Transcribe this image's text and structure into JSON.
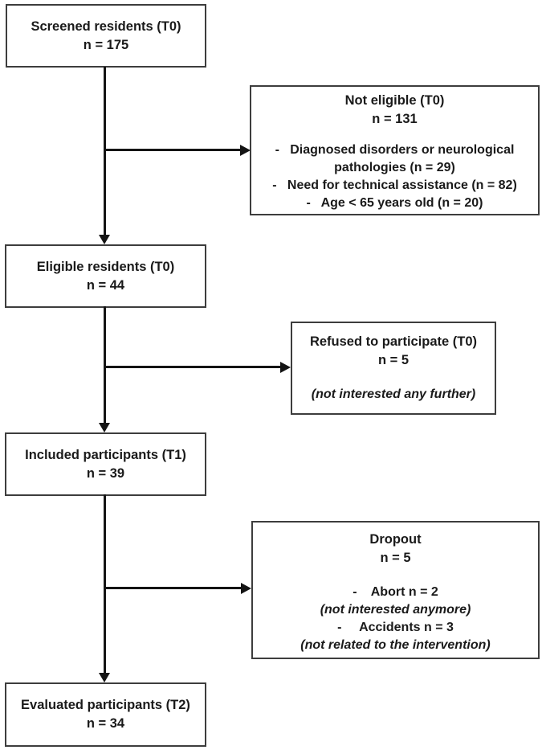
{
  "colors": {
    "background": "#ffffff",
    "box_border": "#3d3d3d",
    "arrow": "#141414",
    "text": "#1a1a1a"
  },
  "flowchart": {
    "screened": {
      "title": "Screened residents (T0)",
      "n": "n = 175"
    },
    "not_eligible": {
      "title": "Not eligible (T0)",
      "n": "n = 131",
      "items": [
        "-   Diagnosed disorders or neurological pathologies (n = 29)",
        "-   Need for technical assistance (n = 82)",
        "-   Age < 65 years old (n = 20)"
      ]
    },
    "eligible": {
      "title": "Eligible residents (T0)",
      "n": "n = 44"
    },
    "refused": {
      "title": "Refused to participate (T0)",
      "n": "n = 5",
      "note": "(not interested any further)"
    },
    "included": {
      "title": "Included participants (T1)",
      "n": "n = 39"
    },
    "dropout": {
      "title": "Dropout",
      "n": "n = 5",
      "item1": "-    Abort n = 2",
      "note1": "(not interested anymore)",
      "item2": "-     Accidents n = 3",
      "note2": "(not related to the intervention)"
    },
    "evaluated": {
      "title": "Evaluated participants (T2)",
      "n": "n = 34"
    }
  }
}
